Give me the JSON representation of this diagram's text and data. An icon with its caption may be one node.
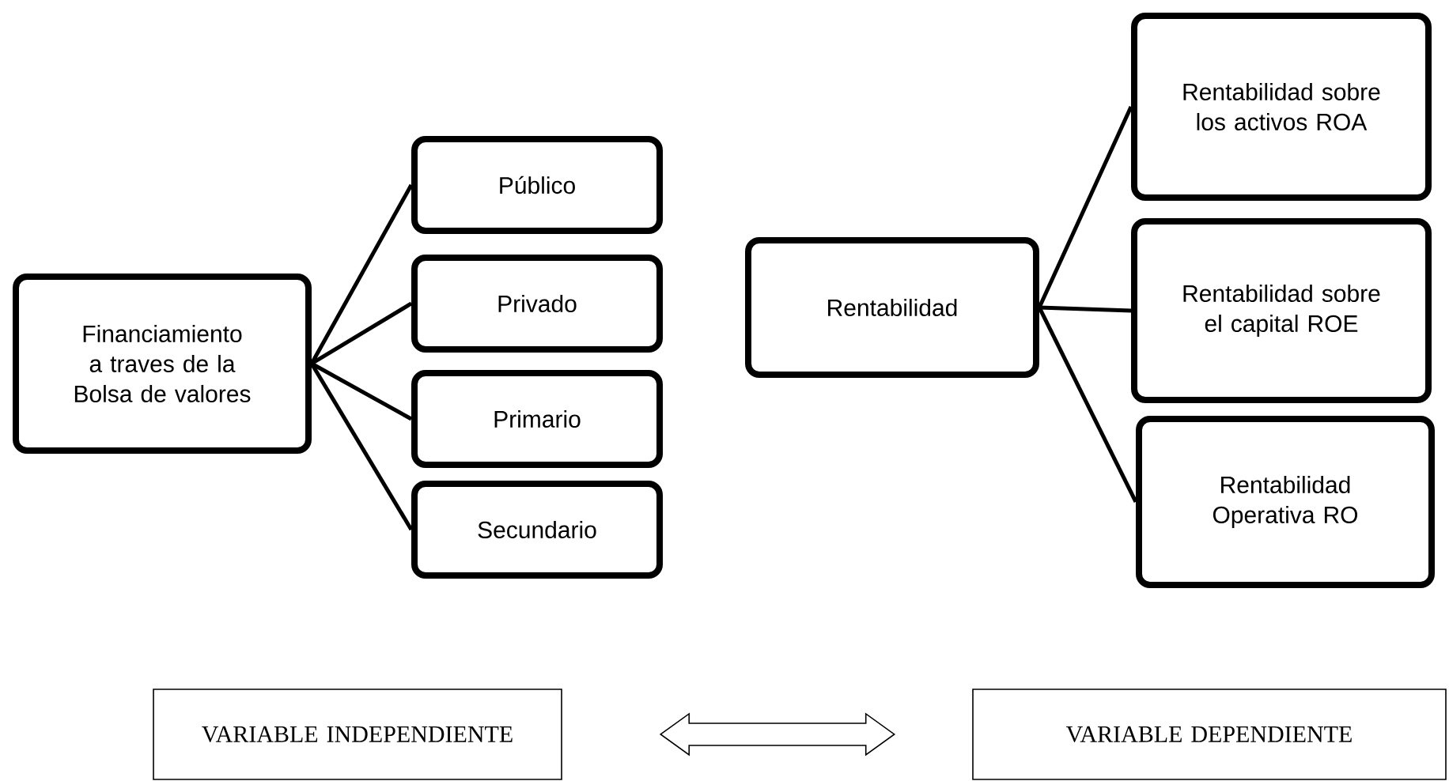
{
  "diagram": {
    "nodes": [
      {
        "text": [
          "Financiamiento a traves de la Bolsa de valores"
        ]
      },
      {
        "text": [
          "Público"
        ]
      },
      {
        "text": [
          "Privado"
        ]
      },
      {
        "text": [
          "Primario"
        ]
      },
      {
        "text": [
          "Secundario"
        ]
      },
      {
        "text": [
          "Rentabilidad"
        ]
      },
      {
        "text": [
          "Rentabilidad sobre los activos ROA"
        ]
      },
      {
        "text": [
          "Rentabilidad sobre el capital ROE"
        ]
      },
      {
        "text": [
          "Rentabilidad Operativa RO"
        ]
      },
      {
        "text": [
          "VARIABLE INDEPENDIENTE"
        ]
      },
      {
        "text": [
          "VARIABLE DEPENDIENTE"
        ]
      }
    ],
    "edges": [
      {
        "from": 0,
        "to": 1,
        "arrow": "none"
      },
      {
        "from": 0,
        "to": 2,
        "arrow": "none"
      },
      {
        "from": 0,
        "to": 3,
        "arrow": "none"
      },
      {
        "from": 0,
        "to": 4,
        "arrow": "none"
      },
      {
        "from": 5,
        "to": 6,
        "arrow": "none"
      },
      {
        "from": 5,
        "to": 7,
        "arrow": "none"
      },
      {
        "from": 5,
        "to": 8,
        "arrow": "none"
      },
      {
        "from": 9,
        "to": 10,
        "arrow": "both"
      }
    ]
  }
}
